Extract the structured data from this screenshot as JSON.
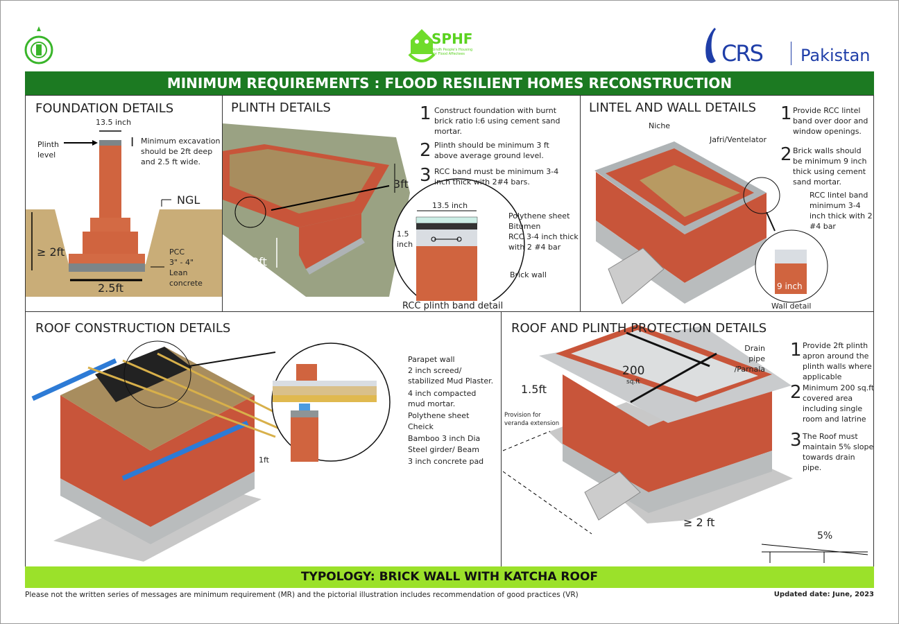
{
  "logos": {
    "sphf": "SPHF",
    "sphf_sub": "Sindh People's Housing for Flood Affectees",
    "crs": "CRS",
    "crs_country": "Pakistan"
  },
  "header": {
    "title": "MINIMUM REQUIREMENTS : FLOOD RESILIENT HOMES RECONSTRUCTION"
  },
  "foundation": {
    "title": "FOUNDATION DETAILS",
    "width_label": "13.5 inch",
    "plinth_level": "Plinth level",
    "step_number": "I",
    "note": "Minimum excavation should be 2ft deep and 2.5 ft wide.",
    "ngl": "NGL",
    "depth": "≥ 2ft",
    "pcc": "PCC",
    "pcc_thickness": "3\" - 4\"",
    "pcc_type": "Lean concrete",
    "base_width": "2.5ft"
  },
  "plinth": {
    "title": "PLINTH DETAILS",
    "height_label": "3ft",
    "depth_label": "2ft",
    "notes": [
      {
        "n": "1",
        "text": "Construct foundation with burnt brick ratio I:6 using cement sand mortar."
      },
      {
        "n": "2",
        "text": "Plinth should be minimum 3 ft above average ground level."
      },
      {
        "n": "3",
        "text": "RCC  band must be minimum 3-4 inch thick with 2#4 bars."
      }
    ],
    "detail": {
      "width": "13.5 inch",
      "cover": "1.5 inch",
      "layers": [
        "Polythene sheet",
        "Bitumen",
        "RCC 3-4 inch thick with 2 #4 bar",
        "Brick wall"
      ],
      "caption": "RCC plinth band detail"
    }
  },
  "lintel": {
    "title": "LINTEL AND WALL DETAILS",
    "niche": "Niche",
    "jafri": "Jafri/Ventelator",
    "notes": [
      {
        "n": "1",
        "text": "Provide RCC lintel band over door and window openings."
      },
      {
        "n": "2",
        "text": "Brick walls should be minimum 9 inch thick using cement sand mortar."
      }
    ],
    "band_note": "RCC lintel band minimum 3-4 inch thick with 2 #4 bar",
    "wall_width": "9 inch",
    "caption": "Wall detail"
  },
  "roof": {
    "title": "ROOF CONSTRUCTION DETAILS",
    "overhang": "1ft",
    "layers": [
      "Parapet wall",
      "2 inch screed/ stabilized Mud Plaster.",
      "4 inch compacted mud mortar.",
      "Polythene sheet",
      "Cheick",
      "Bamboo 3 inch Dia",
      "Steel girder/ Beam",
      "3 inch concrete pad"
    ]
  },
  "protection": {
    "title": "ROOF AND PLINTH PROTECTION DETAILS",
    "drain": "Drain pipe /Parnala",
    "area": "200",
    "area_unit": "sq.ft",
    "overhang": "1.5ft",
    "veranda": "Provision for veranda extension",
    "apron": "≥ 2 ft",
    "slope": "5%",
    "notes": [
      {
        "n": "1",
        "text": "Provide 2ft plinth apron around the plinth walls where applicable"
      },
      {
        "n": "2",
        "text": "Minimum 200 sq.ft covered area including single room and latrine"
      },
      {
        "n": "3",
        "text": "The Roof must maintain 5% slope towards drain pipe."
      }
    ]
  },
  "typology": "TYPOLOGY: BRICK WALL WITH KATCHA ROOF",
  "footer": {
    "disclaimer": "Please not the written series of messages are minimum requirement (MR) and the pictorial illustration includes recommendation of good practices (VR)",
    "updated": "Updated date: June, 2023"
  },
  "colors": {
    "header_green": "#1c7a22",
    "typology_green": "#9be12a",
    "brick": "#c8553a",
    "soil": "#c9ad78",
    "concrete": "#b9bcbd",
    "crs_blue": "#1f3ea8"
  }
}
